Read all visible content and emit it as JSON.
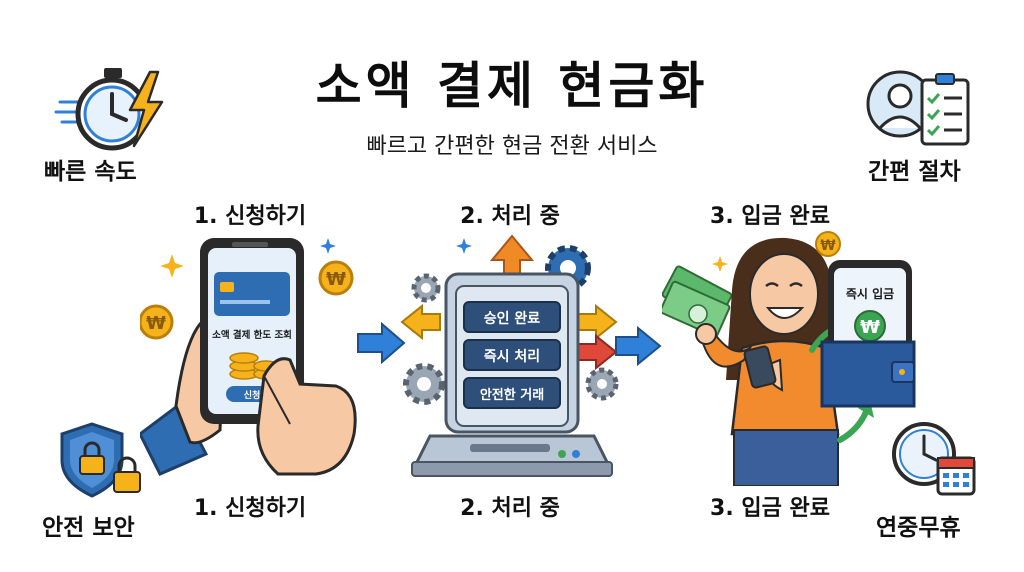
{
  "header": {
    "title": "소액 결제 현금화",
    "subtitle": "빠르고 간편한 현금 전환 서비스"
  },
  "features": {
    "speed": "빠른 속도",
    "simple": "간편 절차",
    "security": "안전 보안",
    "allday": "연중무휴"
  },
  "steps": {
    "apply": "1. 신청하기",
    "processing": "2. 처리 중",
    "deposit": "3. 입금 완료"
  },
  "phone1": {
    "card_text": "소액 결제 한도 조회",
    "button": "신청"
  },
  "machine": {
    "approved": "승인 완료",
    "instant": "즉시 처리",
    "safe": "안전한 거래"
  },
  "phone2": {
    "label": "즉시 입금"
  },
  "currency_symbol": "₩",
  "colors": {
    "phone_screen": "#e6f0fb",
    "card": "#2f6db3",
    "coin": "#f2b51d",
    "arrow_blue": "#2f80d8",
    "arrow_orange": "#f08a24",
    "machine": "#c6d3e2",
    "money": "#5cb86a",
    "shirt": "#f28a2e",
    "wallet": "#2a5a9c"
  }
}
